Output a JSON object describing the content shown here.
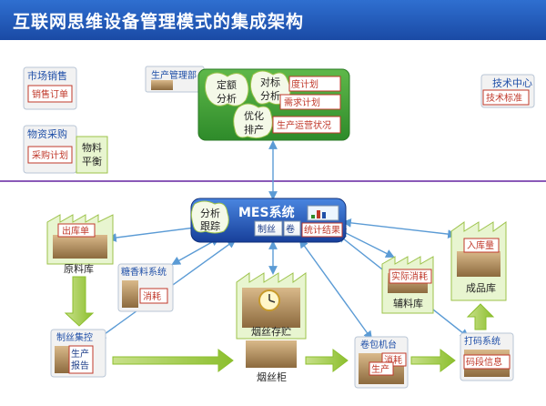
{
  "title": "互联网思维设备管理模式的集成架构",
  "top": {
    "market": {
      "label": "市场销售",
      "doc": "销售订单"
    },
    "purchase": {
      "label": "物资采购",
      "doc": "采购计划",
      "balance_line1": "物料",
      "balance_line2": "平衡"
    },
    "production": {
      "label": "生产管理部",
      "quota_line1": "定额",
      "quota_line2": "分析",
      "benchmark_line1": "对标",
      "benchmark_line2": "分析",
      "optimize_line1": "优化",
      "optimize_line2": "排产",
      "doc_schedule": "度计划",
      "doc_demand": "需求计划",
      "doc_status": "生产运营状况"
    },
    "tech": {
      "label": "技术中心",
      "doc": "技术标准"
    }
  },
  "mes": {
    "title": "MES系统",
    "analysis_line1": "分析",
    "analysis_line2": "跟踪",
    "doc1": "制丝",
    "doc2": "卷",
    "doc3": "统计结果"
  },
  "nodes": {
    "raw_warehouse": {
      "label": "原料库",
      "doc": "出库单"
    },
    "flavor": {
      "label": "糖香料系统",
      "doc": "消耗"
    },
    "primary_control": {
      "label": "制丝集控",
      "doc_line1": "生产",
      "doc_line2": "报告"
    },
    "cut_storage": {
      "label": "烟丝存贮",
      "cabinet": "烟丝柜"
    },
    "aux_warehouse": {
      "label": "辅料库",
      "doc": "实际消耗"
    },
    "product_warehouse": {
      "label": "成品库",
      "doc": "入库量"
    },
    "maker": {
      "label": "卷包机台",
      "doc1": "消耗",
      "doc2": "生产"
    },
    "coding": {
      "label": "打码系统",
      "doc": "码段信息"
    }
  }
}
